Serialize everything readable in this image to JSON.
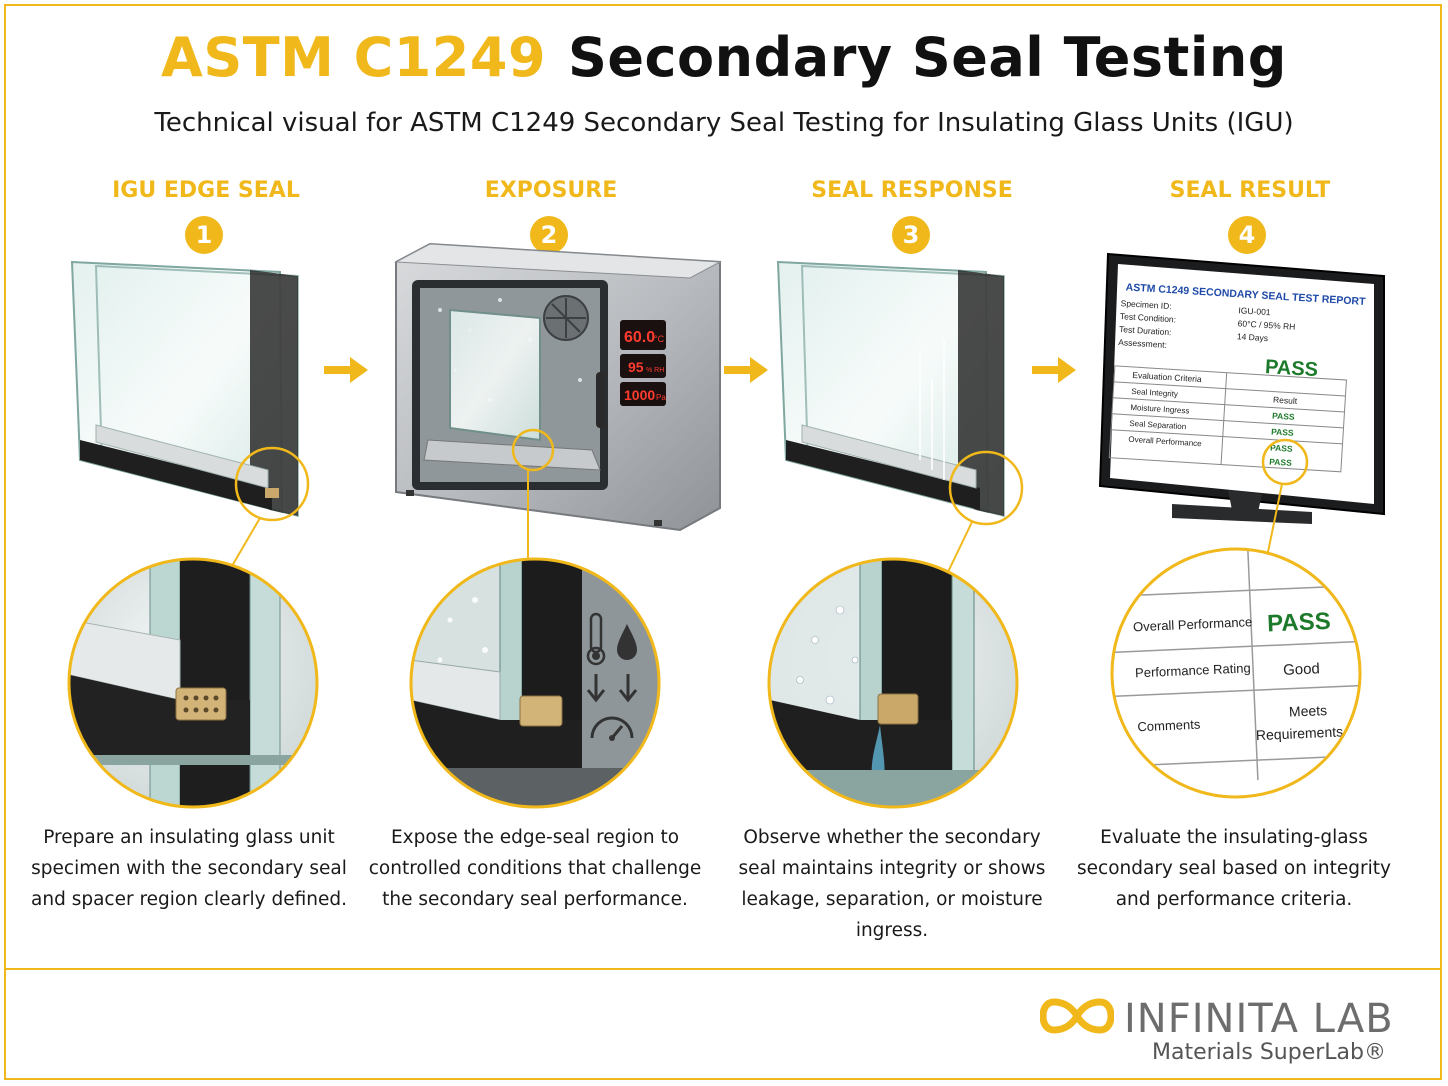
{
  "header": {
    "title_code": "ASTM C1249",
    "title_main": "Secondary Seal Testing",
    "subtitle": "Technical visual for ASTM C1249 Secondary Seal Testing for Insulating Glass Units (IGU)"
  },
  "steps": [
    {
      "number": "1",
      "title": "IGU EDGE SEAL",
      "description_lines": [
        "Prepare an insulating glass unit",
        "specimen with the secondary seal",
        "and spacer region clearly defined."
      ]
    },
    {
      "number": "2",
      "title": "EXPOSURE",
      "description_lines": [
        "Expose the edge-seal region to",
        "controlled conditions that challenge",
        "the secondary seal performance."
      ]
    },
    {
      "number": "3",
      "title": "SEAL RESPONSE",
      "description_lines": [
        "Observe whether the secondary",
        "seal maintains integrity or shows",
        "leakage, separation, or moisture ingress."
      ]
    },
    {
      "number": "4",
      "title": "SEAL RESULT",
      "description_lines": [
        "Evaluate the insulating-glass",
        "secondary seal based on integrity",
        "and performance criteria."
      ]
    }
  ],
  "chamber_display": {
    "temperature": "60.0",
    "temperature_unit": "°C",
    "humidity": "95",
    "humidity_unit": "% RH",
    "pressure": "1000",
    "pressure_unit": "Pa"
  },
  "report": {
    "title": "ASTM C1249 SECONDARY SEAL TEST REPORT",
    "fields": [
      {
        "label": "Specimen ID:",
        "value": "IGU-001"
      },
      {
        "label": "Test Condition:",
        "value": "60°C / 95% RH"
      },
      {
        "label": "Test Duration:",
        "value": "14 Days"
      },
      {
        "label": "Assessment:",
        "value": ""
      }
    ],
    "overall": "PASS",
    "table_header": {
      "criteria": "Evaluation Criteria",
      "result": "Result"
    },
    "rows": [
      {
        "criteria": "Seal Integrity",
        "result": "PASS"
      },
      {
        "criteria": "Moisture Ingress",
        "result": "PASS"
      },
      {
        "criteria": "Seal Separation",
        "result": "PASS"
      },
      {
        "criteria": "Overall Performance",
        "result": "PASS"
      }
    ]
  },
  "zoom_table": [
    {
      "label": "Overall Performance",
      "value": "PASS"
    },
    {
      "label": "Performance Rating",
      "value": "Good"
    },
    {
      "label": "Comments",
      "value": "Meets Requirements"
    }
  ],
  "brand": {
    "name": "INFINITA LAB",
    "tagline": "Materials SuperLab®"
  },
  "colors": {
    "accent": "#f0b81a",
    "pass_green": "#1e7a2b",
    "report_blue": "#1f4aa8",
    "display_red": "#ff3b2f"
  },
  "icons": [
    "thermometer-icon",
    "water-drop-icon",
    "down-arrow-icon",
    "gauge-icon",
    "right-arrow-icon",
    "infinity-logo-icon"
  ]
}
